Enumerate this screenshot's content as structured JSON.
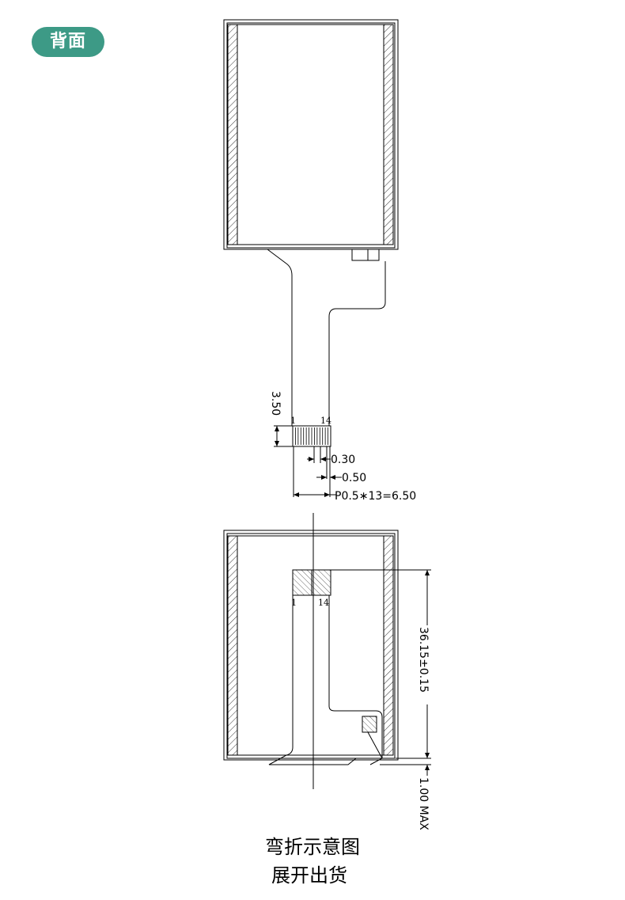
{
  "badge": {
    "label": "背面"
  },
  "top_view": {
    "pin_first": "1",
    "pin_last": "14",
    "dim_height": "3.50",
    "dim_pad_width": "0.30",
    "dim_pitch": "0.50",
    "dim_span": "P0.5∗13=6.50"
  },
  "bottom_view": {
    "pin_first": "1",
    "pin_last": "14",
    "dim_length": "36.15±0.15",
    "dim_max": "1.00  MAX"
  },
  "captions": {
    "line1": "弯折示意图",
    "line2": "展开出货"
  }
}
